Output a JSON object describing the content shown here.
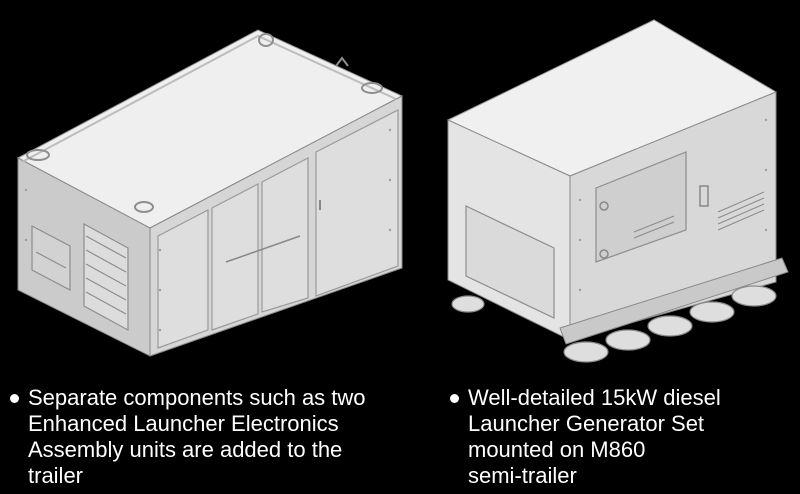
{
  "captions": {
    "left": "Separate components such as two\nEnhanced Launcher Electronics\nAssembly units are added to the\ntrailer",
    "right": "Well-detailed 15kW diesel\nLauncher Generator Set\nmounted on M860\nsemi-trailer"
  },
  "images": {
    "left": "Enhanced Launcher Electronics Assembly unit render",
    "right": "Launcher Generator Set on M860 semi-trailer render"
  },
  "colors": {
    "background": "#000000",
    "text": "#ffffff",
    "model_light": "#ececec",
    "model_mid": "#d2d2d2",
    "model_dark": "#b8b8b8",
    "line": "#888888"
  }
}
